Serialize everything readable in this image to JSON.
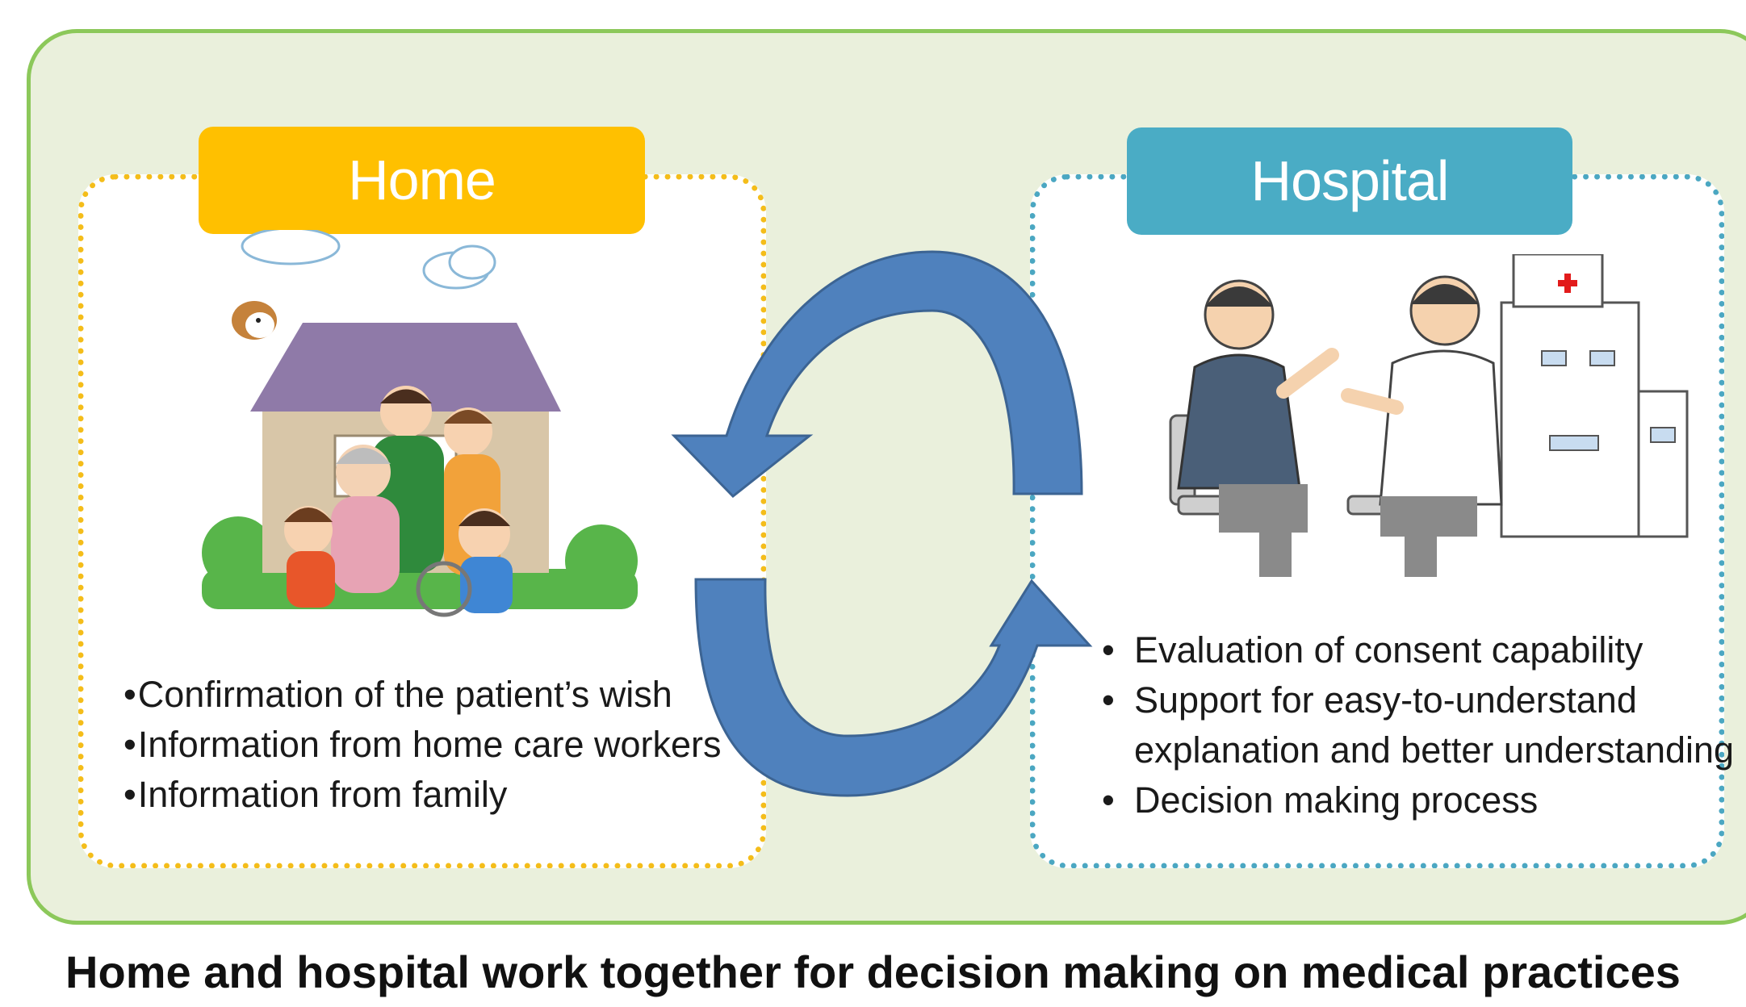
{
  "home": {
    "title": "Home",
    "items": [
      "Confirmation of the patient’s wish",
      "Information from home care workers",
      "Information from family"
    ]
  },
  "hospital": {
    "title": "Hospital",
    "items": [
      "Evaluation of consent capability",
      "Support for easy-to-understand",
      "explanation and better understanding",
      "Decision making process"
    ]
  },
  "caption": "Home and hospital work together for decision making on medical practices",
  "colors": {
    "frame_border": "#8cc85a",
    "frame_fill": "#eaf0dc",
    "home_accent": "#ffc000",
    "hospital_accent": "#4aacc5",
    "arrow_fill": "#4f81bd",
    "arrow_dark": "#3c6493"
  },
  "icons": [
    "family-house-illustration",
    "doctor-patient-illustration",
    "cycle-arrows"
  ]
}
